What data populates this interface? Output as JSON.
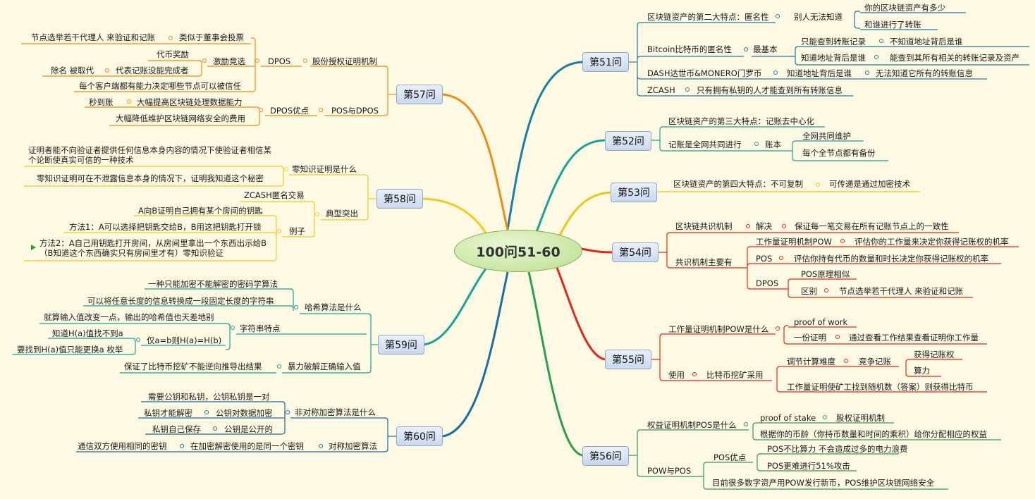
{
  "title": "100问51-60",
  "nodes": {
    "q51": {
      "label": "第51问",
      "b1": "区块链资产的第二大特点：匿名性",
      "b1a": "别人无法知道",
      "b1a1": "你的区块链资产有多少",
      "b1a2": "和谁进行了转账",
      "b2": "Bitcoin比特币的匿名性",
      "b2a": "最基本",
      "b2a1": "只能查到转账记录",
      "b2a1x": "不知道地址背后是谁",
      "b2a2": "知道地址背后是谁",
      "b2a2x": "能查到其所有相关的转账记录及资产",
      "b3": "DASH达世币&MONERO门罗币",
      "b3a": "知道地址背后是谁",
      "b3b": "无法知道它所有的转账信息",
      "b4": "ZCASH",
      "b4a": "只有拥有私钥的人才能查到所有转账信息"
    },
    "q52": {
      "label": "第52问",
      "b1": "区块链资产的第三大特点：记账去中心化",
      "b2": "记账是全网共同进行",
      "b2a": "账本",
      "b2a1": "全网共同维护",
      "b2a2": "每个全节点都有备份"
    },
    "q53": {
      "label": "第53问",
      "b1": "区块链资产的第四大特点：不可复制",
      "b1a": "可传递是通过加密技术"
    },
    "q54": {
      "label": "第54问",
      "b1": "区块链共识机制",
      "b1a": "解决",
      "b1b": "保证每一笔交易在所有记账节点上的一致性",
      "b2": "共识机制主要有",
      "b2a": "工作量证明机制POW",
      "b2a1": "评估你的工作量来决定你获得记账权的机率",
      "b2b": "POS",
      "b2b1": "评估你持有代币的数量和时长决定你获得记账权的机率",
      "b2c": "DPOS",
      "b2c1": "POS原理相似",
      "b2c2": "区别",
      "b2c2a": "节点选举若干代理人 来验证和记账"
    },
    "q55": {
      "label": "第55问",
      "b1": "工作量证明机制POW是什么",
      "b1a": "proof of work",
      "b1b": "一份证明",
      "b1b1": "通过查看工作结果查看证明你工作量",
      "b2": "使用",
      "b2a": "比特币挖矿采用",
      "b2a1": "调节计算难度",
      "b2a1a": "竞争记账",
      "b2a1a1": "获得记账权",
      "b2a1a2": "算力",
      "b2a2": "工作量证明使矿工找到随机数（答案）则获得比特币"
    },
    "q56": {
      "label": "第56问",
      "b1": "权益证明机制POS是什么",
      "b1a": "proof of stake",
      "b1a1": "股权证明机制",
      "b1b": "根据你的币龄（你持币数量和时间的乘积）给你分配相应的权益",
      "b2": "POW与POS",
      "b2a": "POS优点",
      "b2a1": "POS不比算力 不会造成过多的电力浪费",
      "b2a2": "POS更难进行51%攻击",
      "b2b": "目前很多数字资产用POW发行新币，POS维护区块链网络安全"
    },
    "q57": {
      "label": "第57问",
      "b1": "股份授权证明机制",
      "b1a": "DPOS",
      "b1a1": "节点选举若干代理人 来验证和记账",
      "b1a1x": "类似于董事会投票",
      "b1a2": "激励竞选",
      "b1a2a": "代币奖励",
      "b1a2b": "代表记账没能完成者",
      "b1a2bx": "除名 被取代",
      "b1a3": "每个客户端都有能力决定哪些节点可以被信任",
      "b2": "POS与DPOS",
      "b2a": "DPOS优点",
      "b2a1": "大幅提高区块链处理数据能力",
      "b2a1x": "秒到账",
      "b2a2": "大幅降低维护区块链网络安全的费用"
    },
    "q58": {
      "label": "第58问",
      "b1": "零知识证明是什么",
      "b1a": "证明者能不向验证者提供任何信息本身内容的情况下使验证者相信某个论断使真实可信的一种技术",
      "b1b": "零知识证明可在不泄露信息本身的情况下，证明我知道这个秘密",
      "b2": "典型突出",
      "b2a": "ZCASH匿名交易",
      "b2b": "例子",
      "b2b1": "A向B证明自己拥有某个房间的钥匙",
      "b2b2": "方法1：A可以选择把钥匙交给B，B用这把钥匙打开锁",
      "b2b3": "方法2：A自己用钥匙打开房间，从房间里拿出一个东西出示给B（B知道这个东西确实只有房间里才有）零知识验证"
    },
    "q59": {
      "label": "第59问",
      "b1": "哈希算法是什么",
      "b1a": "一种只能加密不能解密的密码学算法",
      "b1b": "可以将任意长度的信息转换成一段固定长度的字符串",
      "b2": "字符串特点",
      "b2a": "就算输入值改变一点，输出的哈希值也天差地别",
      "b2b": "仅a=b则H(a)=H(b)",
      "b2b1": "知道H(a)值找不到a",
      "b2b2": "要找到H(a)值只能更换a 枚举",
      "b3": "暴力破解正确输入值",
      "b3x": "保证了比特币挖矿不能逆向推导出结果"
    },
    "q60": {
      "label": "第60问",
      "b1": "非对称加密算法是什么",
      "b1a": "需要公钥和私钥，公钥私钥是一对",
      "b1b": "公钥对数据加密",
      "b1bx": "私钥才能解密",
      "b1c": "公钥是公开的",
      "b1cx": "私钥自己保存",
      "b2": "对称加密算法",
      "b2a": "在加密解密使用的是同一个密钥",
      "b2ax": "通信双方使用相同的密钥"
    }
  },
  "colors": {
    "q51": "#1a7fa0",
    "q52": "#17a39a",
    "q53": "#e8c916",
    "q54": "#e2271a",
    "q55": "#e2271a",
    "q56": "#2e9e4f",
    "q57": "#f08a16",
    "q58": "#f2cc1c",
    "q59": "#17a39a",
    "q60": "#1a6fa0"
  }
}
